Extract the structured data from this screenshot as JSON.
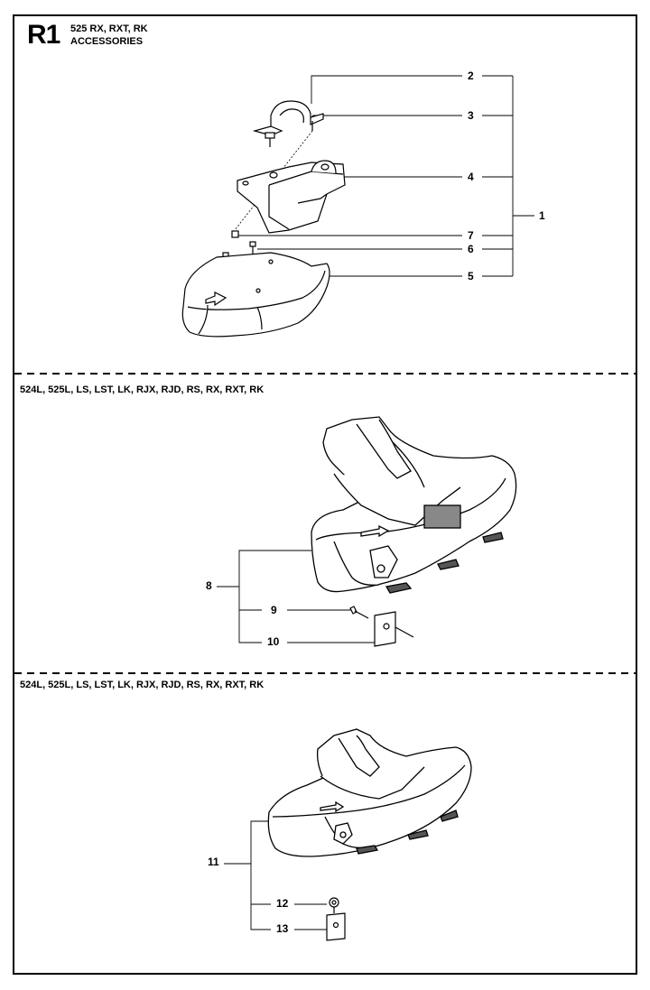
{
  "page": {
    "code": "R1",
    "model": "525 RX, RXT, RK",
    "title": "ACCESSORIES"
  },
  "sections": [
    {
      "label": "",
      "callouts": [
        "2",
        "3",
        "4",
        "1",
        "7",
        "6",
        "5"
      ]
    },
    {
      "label": "524L, 525L, LS, LST, LK, RJX, RJD, RS, RX, RXT, RK",
      "callouts": [
        "8",
        "9",
        "10"
      ]
    },
    {
      "label": "524L, 525L, LS, LST, LK, RJX, RJD, RS, RX, RXT, RK",
      "callouts": [
        "11",
        "12",
        "13"
      ]
    }
  ]
}
